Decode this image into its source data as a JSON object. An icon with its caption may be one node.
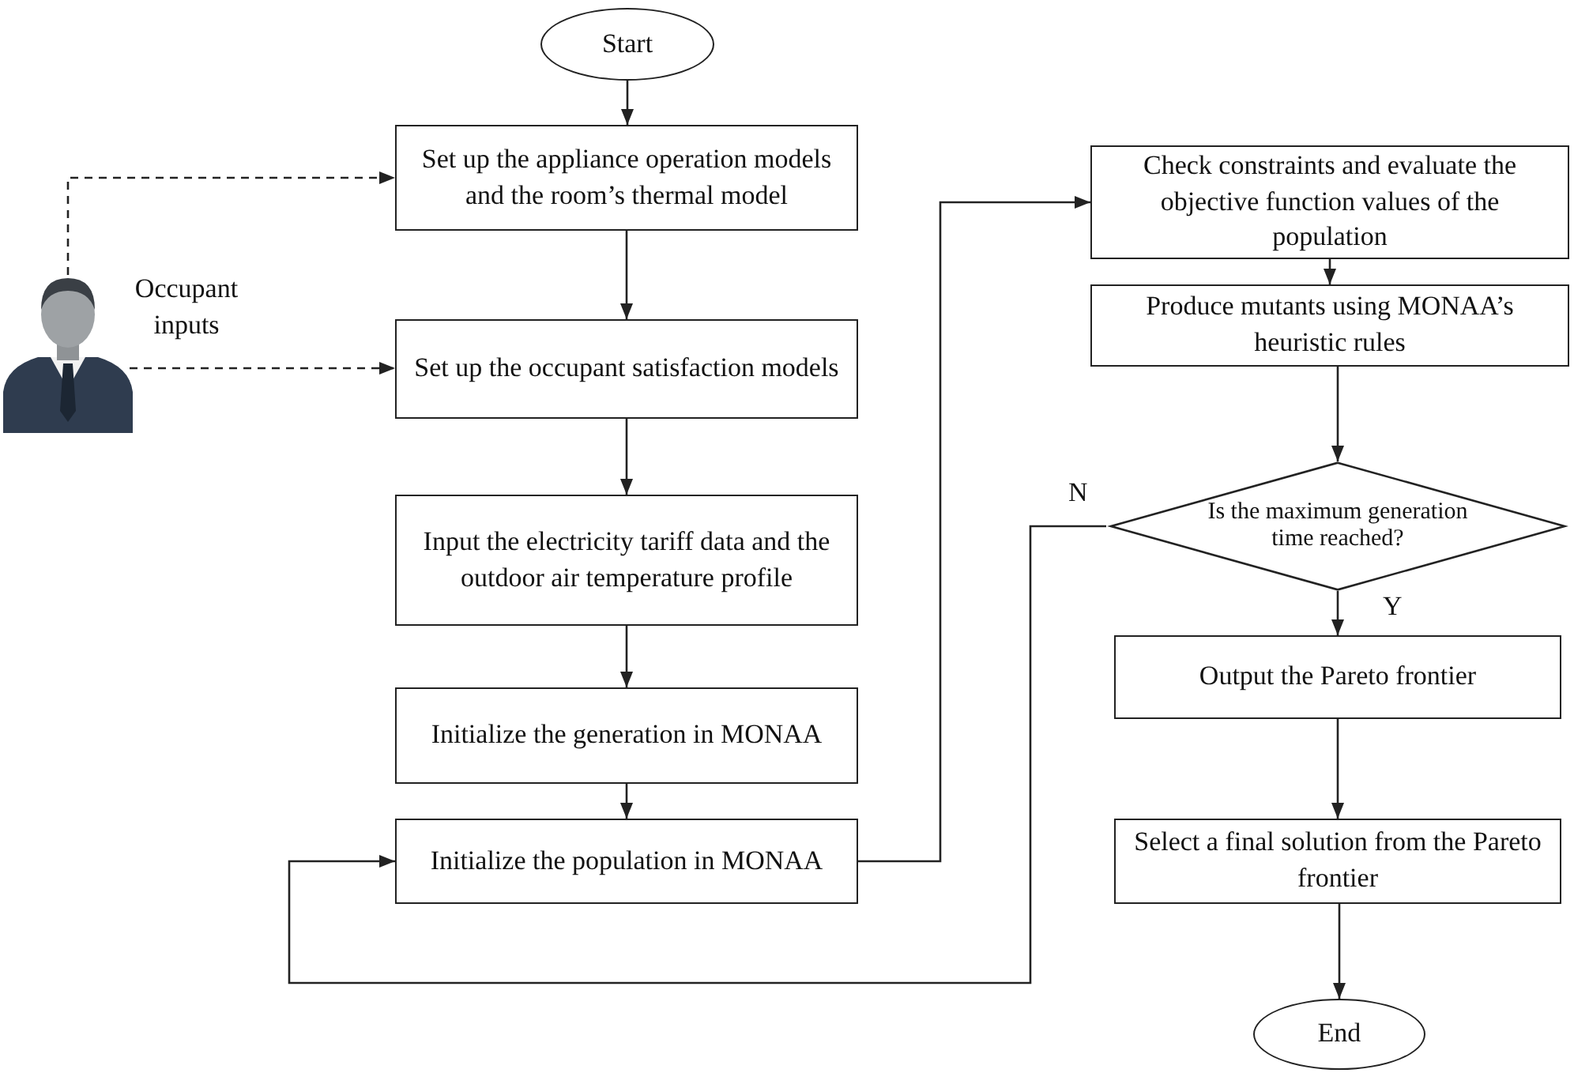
{
  "diagram": {
    "nodes": [
      {
        "text": [
          "Start"
        ]
      },
      {
        "text": [
          "Set up the appliance operation models and the room’s thermal model"
        ]
      },
      {
        "text": [
          "Set up the occupant satisfaction models"
        ]
      },
      {
        "text": [
          "Input the electricity tariff data and the outdoor air temperature profile"
        ]
      },
      {
        "text": [
          "Initialize the generation in MONAA"
        ]
      },
      {
        "text": [
          "Initialize the population in MONAA"
        ]
      },
      {
        "text": [
          "Check constraints and evaluate the objective function values of the population"
        ]
      },
      {
        "text": [
          "Produce mutants using MONAA’s heuristic rules"
        ]
      },
      {
        "text": [
          "Is the maximum generation time reached?"
        ]
      },
      {
        "text": [
          "Output the Pareto frontier"
        ]
      },
      {
        "text": [
          "Select a final solution from the Pareto frontier"
        ]
      },
      {
        "text": [
          "End"
        ]
      },
      {
        "text": [],
        "shape": "person",
        "beside": [
          "Occupant inputs"
        ]
      }
    ],
    "edges": [
      {
        "from": 0,
        "to": 1,
        "arrow": "to"
      },
      {
        "from": 1,
        "to": 2,
        "arrow": "to"
      },
      {
        "from": 2,
        "to": 3,
        "arrow": "to"
      },
      {
        "from": 3,
        "to": 4,
        "arrow": "to"
      },
      {
        "from": 4,
        "to": 5,
        "arrow": "to"
      },
      {
        "from": 5,
        "to": 6,
        "arrow": "to"
      },
      {
        "from": 6,
        "to": 7,
        "arrow": "to"
      },
      {
        "from": 7,
        "to": 8,
        "arrow": "to"
      },
      {
        "from": 8,
        "to": 9,
        "arrow": "to",
        "label": "Y"
      },
      {
        "from": 9,
        "to": 10,
        "arrow": "to"
      },
      {
        "from": 10,
        "to": 11,
        "arrow": "to"
      },
      {
        "from": 8,
        "to": 5,
        "arrow": "to",
        "label": "N"
      },
      {
        "from": 12,
        "to": 1,
        "arrow": "to",
        "style": "dashed"
      },
      {
        "from": 12,
        "to": 2,
        "arrow": "to",
        "style": "dashed"
      }
    ]
  }
}
